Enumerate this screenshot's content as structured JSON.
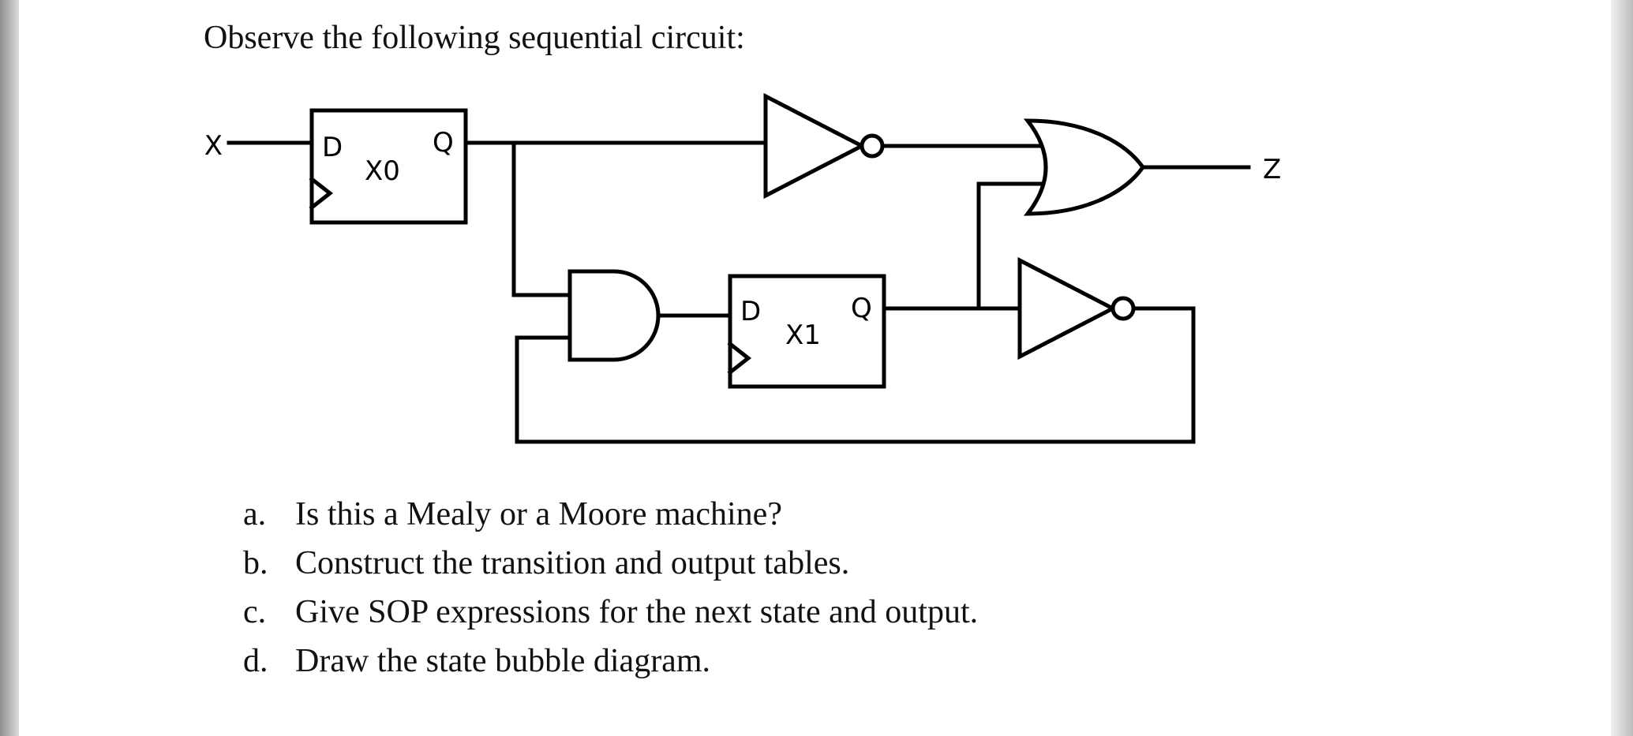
{
  "title": "Observe the following sequential circuit:",
  "circuit": {
    "input_label": "X",
    "output_label": "Z",
    "ff0": {
      "d_label": "D",
      "q_label": "Q",
      "name": "X0"
    },
    "ff1": {
      "d_label": "D",
      "q_label": "Q",
      "name": "X1"
    }
  },
  "questions": [
    {
      "letter": "a.",
      "text": "Is this a Mealy or a Moore machine?"
    },
    {
      "letter": "b.",
      "text": "Construct the transition and output tables."
    },
    {
      "letter": "c.",
      "text": "Give SOP expressions for the next state and output."
    },
    {
      "letter": "d.",
      "text": "Draw the state bubble diagram."
    }
  ],
  "colors": {
    "stroke": "#000000",
    "background": "#ffffff"
  }
}
